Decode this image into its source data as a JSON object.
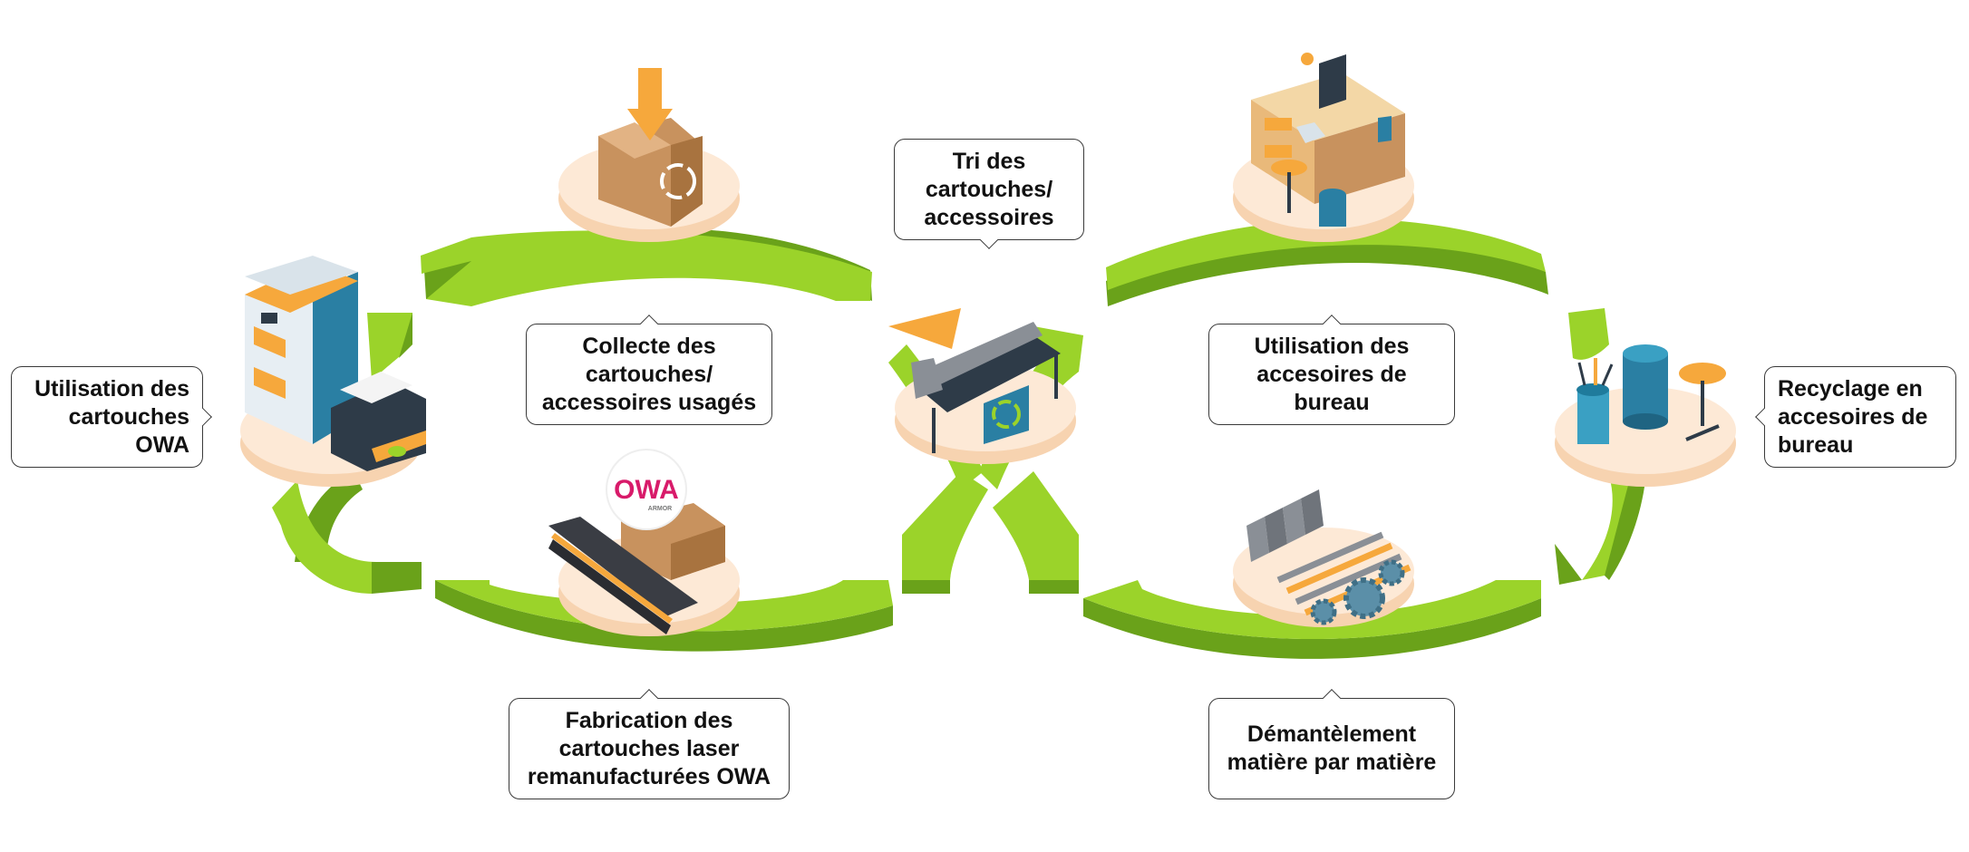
{
  "colors": {
    "arrow_light": "#9bd32a",
    "arrow_dark": "#6aa21a",
    "disc_top": "#fde9d6",
    "disc_side": "#f7d3b0",
    "box_brown": "#c8925e",
    "accent_orange": "#f6a83c",
    "accent_blue": "#2a7fa3"
  },
  "steps": [
    {
      "id": "utilisation-cartouches",
      "label": "Utilisation des\ncartouches\nOWA",
      "icon": "printer-copier-icon"
    },
    {
      "id": "collecte",
      "label": "Collecte des\ncartouches/\naccessoires usagés",
      "icon": "recycling-box-icon"
    },
    {
      "id": "fabrication",
      "label": "Fabrication des\ncartouches laser\nremanufacturées OWA",
      "icon": "toner-cartridge-icon"
    },
    {
      "id": "tri",
      "label": "Tri des\ncartouches/\naccessoires",
      "icon": "sorting-conveyor-icon"
    },
    {
      "id": "utilisation-accessoires",
      "label": "Utilisation des\naccesoires de\nbureau",
      "icon": "office-desk-icon"
    },
    {
      "id": "demantelement",
      "label": "Démantèlement\nmatière par matière",
      "icon": "dismantled-parts-icon"
    },
    {
      "id": "recyclage",
      "label": "Recyclage en\naccesoires de\nbureau",
      "icon": "office-accessories-icon"
    }
  ],
  "logo": {
    "text": "OWA",
    "subtext": "ARMOR"
  }
}
